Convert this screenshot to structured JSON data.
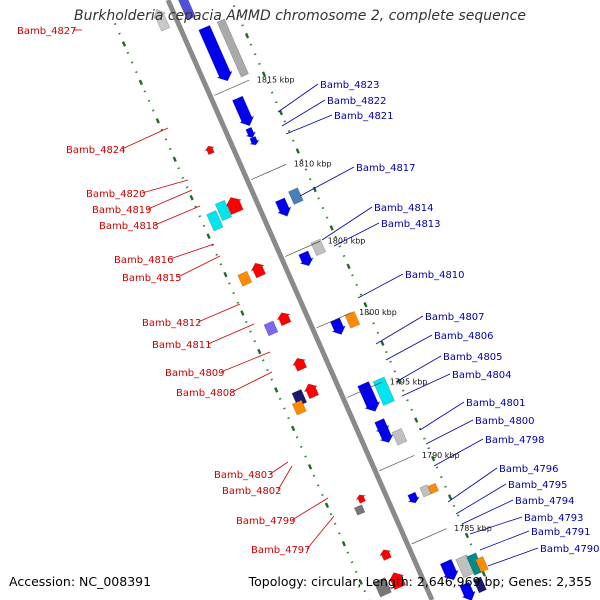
{
  "title": "Burkholderia cepacia AMMD chromosome 2, complete sequence",
  "footer": {
    "accession": "Accession: NC_008391",
    "topology": "Topology: circular; Length: 2,646,969 bp; Genes: 2,355"
  },
  "colors": {
    "left_label": "#cc0000",
    "right_label": "#0000aa",
    "backbone": "#8a8a8a",
    "tick_dots": "#2e8b2e",
    "tick_dash": "#1e6e1e",
    "forward_gene": "#ff0000",
    "reverse_gene": "#0000ee"
  },
  "kbp_ticks": [
    "1815 kbp",
    "1810 kbp",
    "1805 kbp",
    "1800 kbp",
    "1795 kbp",
    "1790 kbp",
    "1785 kbp"
  ],
  "left_labels": [
    "Bamb_4827",
    "Bamb_4824",
    "Bamb_4820",
    "Bamb_4819",
    "Bamb_4818",
    "Bamb_4816",
    "Bamb_4815",
    "Bamb_4812",
    "Bamb_4811",
    "Bamb_4809",
    "Bamb_4808",
    "Bamb_4803",
    "Bamb_4802",
    "Bamb_4799",
    "Bamb_4797"
  ],
  "right_labels": [
    "Bamb_4823",
    "Bamb_4822",
    "Bamb_4821",
    "Bamb_4817",
    "Bamb_4814",
    "Bamb_4813",
    "Bamb_4810",
    "Bamb_4807",
    "Bamb_4806",
    "Bamb_4805",
    "Bamb_4804",
    "Bamb_4801",
    "Bamb_4800",
    "Bamb_4798",
    "Bamb_4796",
    "Bamb_4795",
    "Bamb_4794",
    "Bamb_4793",
    "Bamb_4791",
    "Bamb_4790"
  ]
}
